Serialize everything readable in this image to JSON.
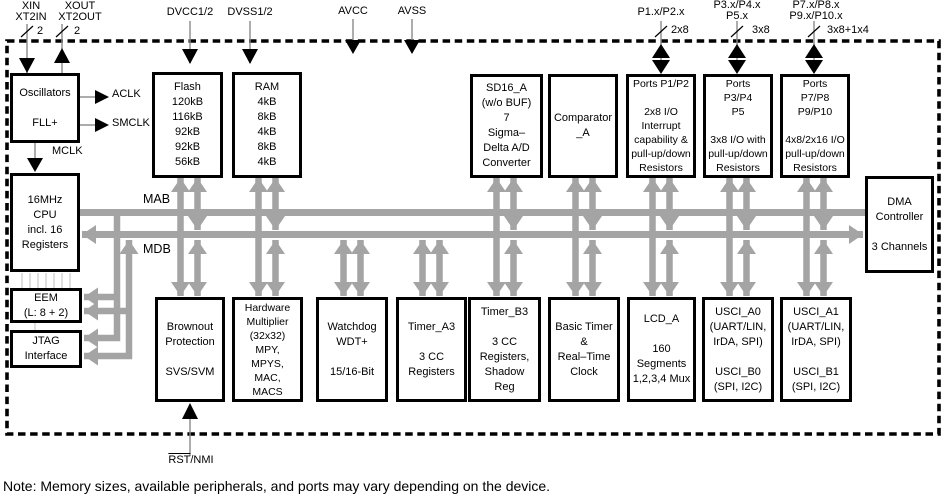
{
  "diagram": {
    "note": "Note: Memory sizes, available peripherals, and ports may vary depending on the device.",
    "colors": {
      "bus_gray": "#a4a4a4",
      "line_black": "#000000",
      "ribbon_gray": "#c9c9c9"
    },
    "pins": {
      "xin": "XIN\nXT2IN",
      "xout": "XOUT\nXT2OUT",
      "xin_bus": "2",
      "xout_bus": "2",
      "dvcc": "DVCC1/2",
      "dvss": "DVSS1/2",
      "avcc": "AVCC",
      "avss": "AVSS",
      "p1p2": "P1.x/P2.x",
      "p1p2_bus": "2x8",
      "p3p4p5": "P3.x/P4.x\nP5.x",
      "p3p4p5_bus": "3x8",
      "p7p10": "P7.x/P8.x\nP9.x/P10.x",
      "p7p10_bus": "3x8+1x4",
      "rst": "RST",
      "rst_suffix": "/NMI"
    },
    "clocks": {
      "aclk": "ACLK",
      "smclk": "SMCLK",
      "mclk": "MCLK"
    },
    "buses": {
      "mab": "MAB",
      "mdb": "MDB"
    },
    "blocks": {
      "oscillators": "Oscillators\n\nFLL+",
      "flash": "Flash\n120kB\n116kB\n92kB\n92kB\n56kB",
      "ram": "RAM\n4kB\n8kB\n4kB\n8kB\n4kB",
      "sd16": "SD16_A\n(w/o BUF)\n7\nSigma–\nDelta A/D\nConverter",
      "comparator": "Comparator\n_A",
      "ports_p1p2": "Ports P1/P2\n\n2x8 I/O\nInterrupt\ncapability &\npull-up/down\nResistors",
      "ports_p3p4p5": "Ports\nP3/P4\nP5\n\n3x8 I/O with\npull-up/down\nResistors",
      "ports_p7p10": "Ports\nP7/P8\nP9/P10\n\n4x8/2x16 I/O\npull-up/down\nResistors",
      "cpu": "16MHz\nCPU\nincl. 16\nRegisters",
      "eem": "EEM\n(L: 8 + 2)",
      "jtag": "JTAG\nInterface",
      "dma": "DMA\nController\n\n3 Channels",
      "brownout": "Brownout\nProtection\n\nSVS/SVM",
      "multiplier": "Hardware\nMultiplier\n(32x32)\nMPY,\nMPYS,\nMAC,\nMACS",
      "watchdog": "Watchdog\nWDT+\n\n15/16-Bit",
      "timer_a3": "Timer_A3\n\n3 CC\nRegisters",
      "timer_b3": "Timer_B3\n\n3 CC\nRegisters,\nShadow\nReg",
      "basic_timer": "Basic Timer\n&\nReal–Time\nClock",
      "lcd_a": "LCD_A\n\n160\nSegments\n1,2,3,4 Mux",
      "usci_a0": "USCI_A0\n(UART/LIN,\nIrDA, SPI)\n\nUSCI_B0\n(SPI, I2C)",
      "usci_a1": "USCI_A1\n(UART/LIN,\nIrDA, SPI)\n\nUSCI_B1\n(SPI, I2C)"
    }
  }
}
